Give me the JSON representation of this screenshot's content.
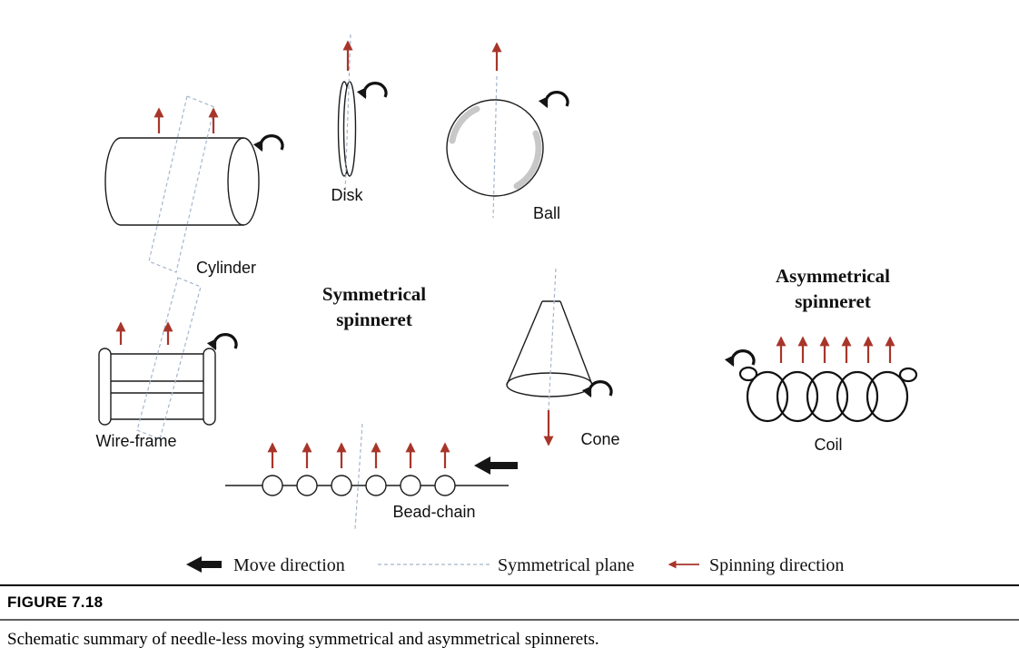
{
  "figure": {
    "heading": "FIGURE 7.18",
    "caption": "Schematic summary of needle-less moving symmetrical and asymmetrical spinnerets."
  },
  "labels": {
    "cylinder": "Cylinder",
    "disk": "Disk",
    "ball": "Ball",
    "wireframe": "Wire-frame",
    "cone": "Cone",
    "beadchain": "Bead-chain",
    "coil": "Coil",
    "symmetrical_1": "Symmetrical",
    "symmetrical_2": "spinneret",
    "asymmetrical_1": "Asymmetrical",
    "asymmetrical_2": "spinneret"
  },
  "legend": {
    "move": "Move direction",
    "plane": "Symmetrical plane",
    "spin": "Spinning direction"
  },
  "colors": {
    "spin_arrow": "#a8352a",
    "plane_dash": "#a5b6cc",
    "ball_shade": "#c8c8c8"
  }
}
